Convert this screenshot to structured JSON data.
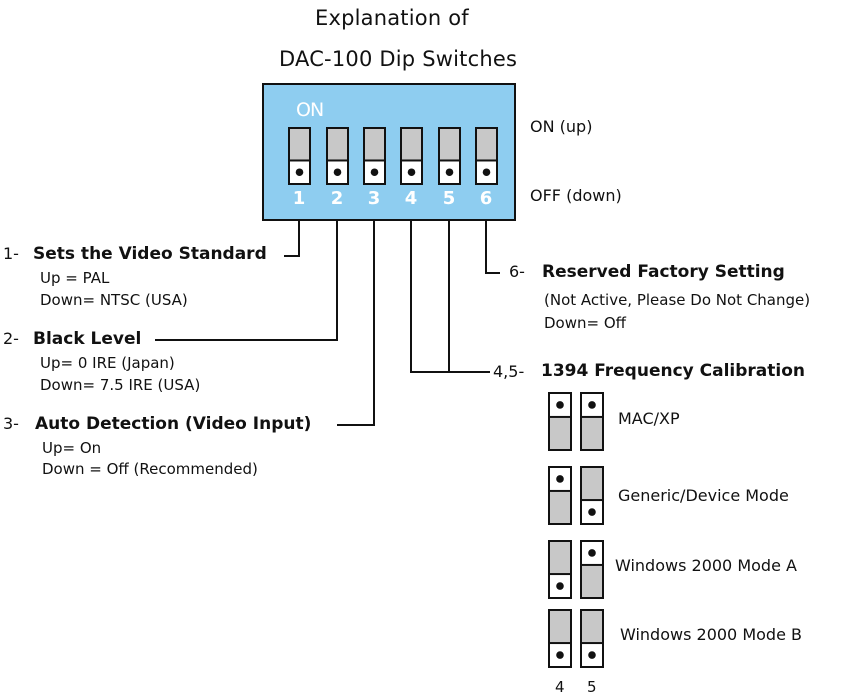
{
  "title": {
    "line1": "Explanation of",
    "line2": "DAC-100 Dip Switches"
  },
  "dip_block": {
    "on_marker": "ON",
    "color": "#8ecdf0",
    "switches": [
      {
        "number": "1",
        "position": "down"
      },
      {
        "number": "2",
        "position": "down"
      },
      {
        "number": "3",
        "position": "down"
      },
      {
        "number": "4",
        "position": "down"
      },
      {
        "number": "5",
        "position": "down"
      },
      {
        "number": "6",
        "position": "down"
      }
    ],
    "on_label": "ON (up)",
    "off_label": "OFF (down)"
  },
  "settings": [
    {
      "prefix": "1-",
      "heading": "Sets the Video Standard",
      "lines": [
        "Up = PAL",
        "Down= NTSC (USA)"
      ]
    },
    {
      "prefix": "2-",
      "heading": "Black Level",
      "lines": [
        "Up= 0 IRE (Japan)",
        "Down= 7.5 IRE (USA)"
      ]
    },
    {
      "prefix": "3-",
      "heading": "Auto Detection (Video Input)",
      "lines": [
        "Up= On",
        "Down = Off (Recommended)"
      ]
    },
    {
      "prefix": "6-",
      "heading": "Reserved Factory Setting",
      "lines": [
        "(Not Active, Please Do Not Change)",
        "Down= Off"
      ]
    },
    {
      "prefix": "4,5-",
      "heading": "1394 Frequency Calibration",
      "lines": []
    }
  ],
  "calibration_modes": [
    {
      "label": "MAC/XP",
      "switch4": "up",
      "switch5": "up"
    },
    {
      "label": "Generic/Device Mode",
      "switch4": "up",
      "switch5": "down"
    },
    {
      "label": "Windows 2000 Mode A",
      "switch4": "down",
      "switch5": "up"
    },
    {
      "label": "Windows 2000 Mode B",
      "switch4": "down",
      "switch5": "down"
    }
  ],
  "calibration_columns": [
    "4",
    "5"
  ]
}
